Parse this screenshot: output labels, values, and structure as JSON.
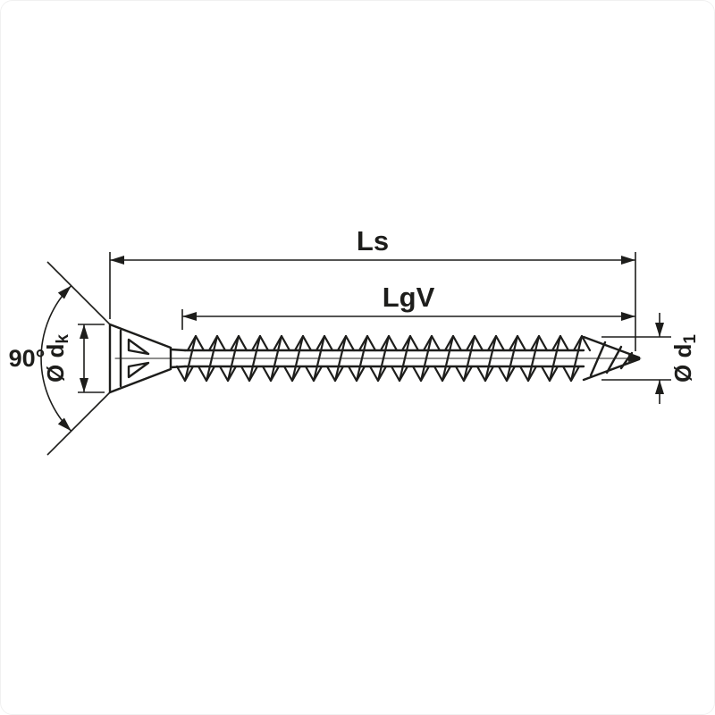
{
  "diagram": {
    "background": "#ffffff",
    "line_color": "#1d1d1b",
    "labels": {
      "total_length": "Ls",
      "thread_length": "LgV",
      "head_angle": "90°",
      "head_diameter": {
        "prefix": "Ø d",
        "sub": "k"
      },
      "thread_diameter": {
        "prefix": "Ø d",
        "sub": "1"
      }
    }
  }
}
